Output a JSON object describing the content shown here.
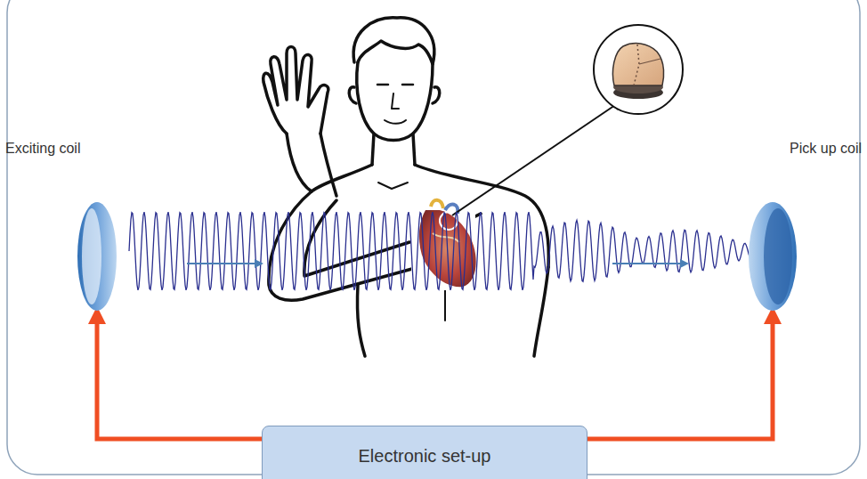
{
  "diagram": {
    "nodes": [
      {
        "text": [
          "Exciting coil"
        ]
      },
      {
        "text": [
          "Pick up coil"
        ]
      },
      {
        "text": [
          "Electronic set-up"
        ]
      }
    ],
    "edges": [
      {
        "from": 2,
        "to": 0,
        "arrow": "to"
      },
      {
        "from": 2,
        "to": 1,
        "arrow": "to"
      }
    ]
  }
}
